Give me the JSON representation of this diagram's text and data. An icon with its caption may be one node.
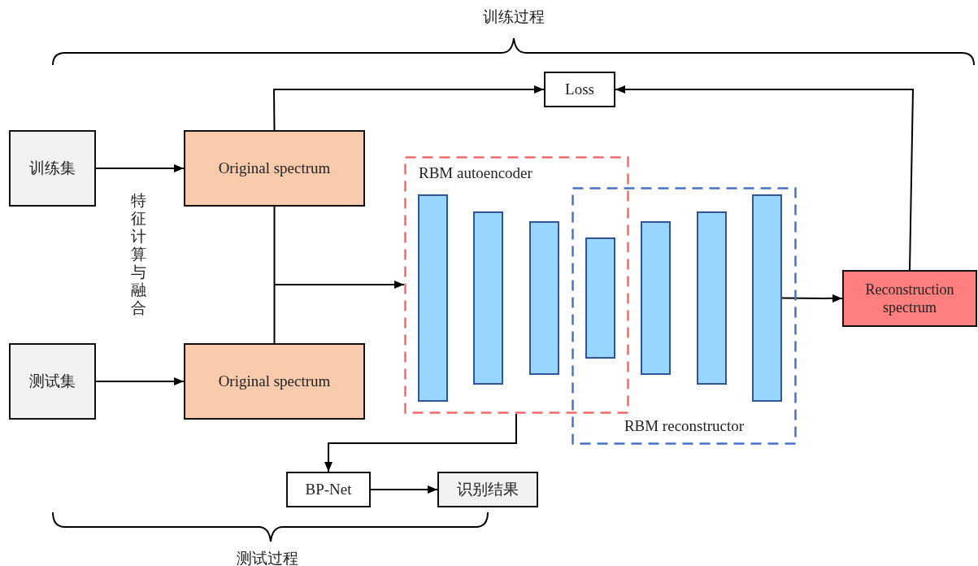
{
  "diagram": {
    "nodes": [
      {
        "text": [
          "训练集"
        ]
      },
      {
        "text": [
          "Original spectrum"
        ]
      },
      {
        "text": [
          "测试集"
        ]
      },
      {
        "text": [
          "Original spectrum"
        ]
      },
      {
        "text": [
          "Loss"
        ]
      },
      {
        "text": [
          "RBM autoencoder"
        ]
      },
      {
        "text": [
          "RBM reconstructor"
        ]
      },
      {
        "text": [],
        "shape": "bar",
        "in": 5
      },
      {
        "text": [],
        "shape": "bar",
        "in": 5
      },
      {
        "text": [],
        "shape": "bar",
        "in": 5
      },
      {
        "text": [],
        "shape": "bar"
      },
      {
        "text": [],
        "shape": "bar",
        "in": 6
      },
      {
        "text": [],
        "shape": "bar",
        "in": 6
      },
      {
        "text": [],
        "shape": "bar",
        "in": 6
      },
      {
        "text": [
          "Reconstruction spectrum"
        ]
      },
      {
        "text": [
          "BP-Net"
        ]
      },
      {
        "text": [
          "识别结果"
        ]
      }
    ],
    "edges": [
      {
        "from": 0,
        "to": 1,
        "arrow": "to"
      },
      {
        "from": 2,
        "to": 3,
        "arrow": "to"
      },
      {
        "from": 1,
        "to": 4,
        "arrow": "to"
      },
      {
        "from": 14,
        "to": 4,
        "arrow": "to"
      },
      {
        "from": 1,
        "to": 5,
        "arrow": "to"
      },
      {
        "from": 3,
        "to": 5,
        "arrow": "to"
      },
      {
        "from": 13,
        "to": 14,
        "arrow": "to"
      },
      {
        "from": 5,
        "to": 15,
        "arrow": "to"
      },
      {
        "from": 15,
        "to": 16,
        "arrow": "to"
      }
    ],
    "labels": [
      "训练过程",
      "特征计算与融合",
      "测试过程"
    ]
  }
}
